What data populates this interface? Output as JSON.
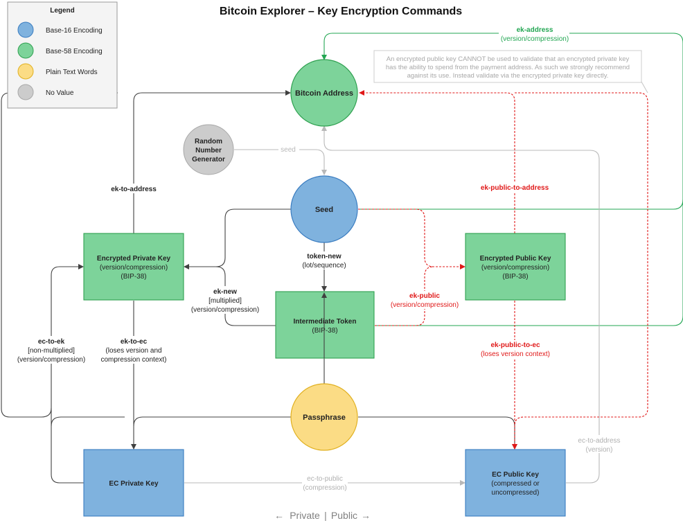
{
  "title": "Bitcoin Explorer – Key Encryption Commands",
  "legend": {
    "heading": "Legend",
    "items": [
      {
        "label": "Base-16 Encoding",
        "color": "#7fb2de"
      },
      {
        "label": "Base-58 Encoding",
        "color": "#7dd39a"
      },
      {
        "label": "Plain Text Words",
        "color": "#fbdc85"
      },
      {
        "label": "No Value",
        "color": "#cccccc"
      }
    ]
  },
  "note": {
    "lines": [
      "An encrypted public key CANNOT be used to validate that an encrypted private key",
      "has the ability to spend from the payment address. As such we strongly recommend",
      "against its use. Instead validate via the encrypted private key directly."
    ]
  },
  "nodes": {
    "bitcoin_address": {
      "label": "Bitcoin Address"
    },
    "rng": {
      "lines": [
        "Random",
        "Number",
        "Generator"
      ]
    },
    "seed": {
      "label": "Seed"
    },
    "passphrase": {
      "label": "Passphrase"
    },
    "encrypted_private_key": {
      "lines": [
        "Encrypted Private Key",
        "(version/compression)",
        "(BIP-38)"
      ]
    },
    "encrypted_public_key": {
      "lines": [
        "Encrypted Public Key",
        "(version/compression)",
        "(BIP-38)"
      ]
    },
    "intermediate_token": {
      "lines": [
        "Intermediate Token",
        "(BIP-38)"
      ]
    },
    "ec_private_key": {
      "label": "EC Private Key"
    },
    "ec_public_key": {
      "lines": [
        "EC Public Key",
        "(compressed or",
        "uncompressed)"
      ]
    }
  },
  "edge_labels": {
    "ek_address": [
      "ek-address",
      "(version/compression)"
    ],
    "seed": [
      "seed"
    ],
    "ek_to_address": [
      "ek-to-address"
    ],
    "ek_public_to_address": [
      "ek-public-to-address"
    ],
    "token_new": [
      "token-new",
      "(lot/sequence)"
    ],
    "ek_new": [
      "ek-new",
      "[multiplied]",
      "(version/compression)"
    ],
    "ek_public": [
      "ek-public",
      "(version/compression)"
    ],
    "ec_to_ek": [
      "ec-to-ek",
      "[non-multiplied]",
      "(version/compression)"
    ],
    "ek_to_ec": [
      "ek-to-ec",
      "(loses version and",
      "compression context)"
    ],
    "ek_public_to_ec": [
      "ek-public-to-ec",
      "(loses version context)"
    ],
    "ec_to_address": [
      "ec-to-address",
      "(version)"
    ],
    "ec_to_public": [
      "ec-to-public",
      "(compression)"
    ]
  },
  "footer": {
    "left_arrow": "←",
    "private": "Private",
    "separator": "|",
    "public": "Public",
    "right_arrow": "→"
  },
  "colors": {
    "green_edge": "#22a652",
    "red_edge": "#e01818",
    "gray_edge": "#b8b8b8",
    "dark_edge": "#404040",
    "blue_fill": "#7fb2de",
    "blue_stroke": "#3a7cc0",
    "green_fill": "#7dd39a",
    "green_stroke": "#2fa050",
    "yellow_fill": "#fbdc85",
    "yellow_stroke": "#e0b020",
    "gray_fill": "#cccccc"
  }
}
